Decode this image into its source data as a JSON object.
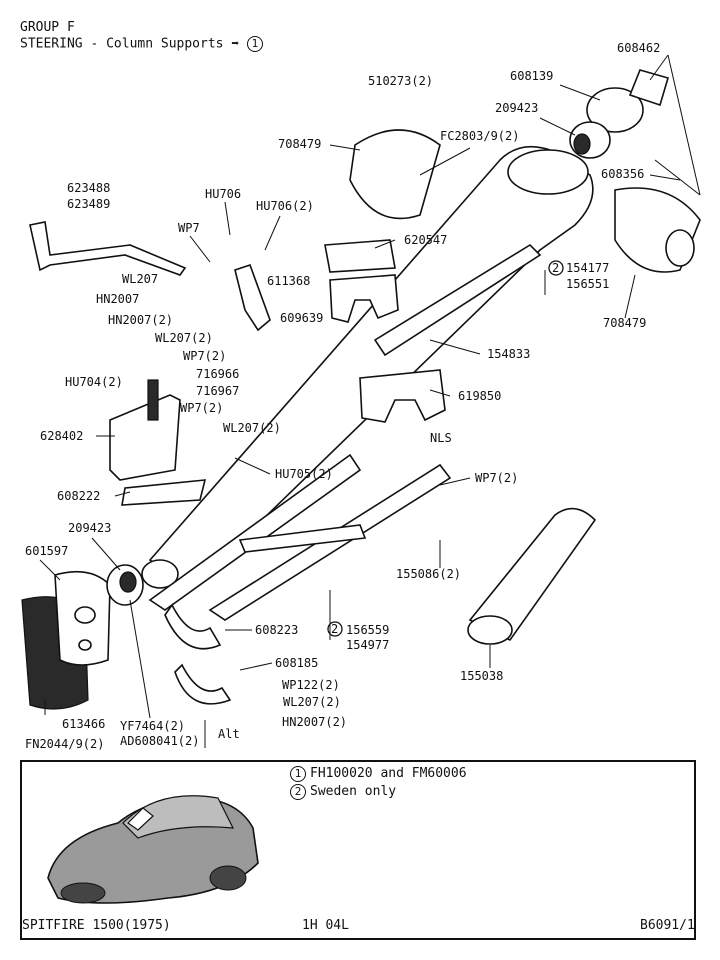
{
  "header": {
    "group": "GROUP F",
    "title": "STEERING - Column Supports",
    "ref_marker": "1"
  },
  "parts": {
    "p608462": "608462",
    "p608139": "608139",
    "p510273": "510273(2)",
    "p209423a": "209423",
    "p708479a": "708479",
    "pFC2803": "FC2803/9(2)",
    "p608356": "608356",
    "p623488": "623488",
    "p623489": "623489",
    "pHU706": "HU706",
    "pHU706_2": "HU706(2)",
    "pWP7": "WP7",
    "p620547": "620547",
    "p154177": "154177",
    "p156551": "156551",
    "p708479b": "708479",
    "pWL207": "WL207",
    "p611368": "611368",
    "pHN2007": "HN2007",
    "pHN2007_2": "HN2007(2)",
    "p609639": "609639",
    "pWL207_2a": "WL207(2)",
    "pWP7_2a": "WP7(2)",
    "p154833": "154833",
    "p716966": "716966",
    "p716967": "716967",
    "pHU704": "HU704(2)",
    "pWP7_2b": "WP7(2)",
    "p619850": "619850",
    "p628402": "628402",
    "pWL207_2b": "WL207(2)",
    "pNLS": "NLS",
    "pHU705": "HU705(2)",
    "pWP7_2c": "WP7(2)",
    "p608222": "608222",
    "p209423b": "209423",
    "p601597": "601597",
    "p155086": "155086(2)",
    "p608223": "608223",
    "p156559": "156559",
    "p154977": "154977",
    "p608185": "608185",
    "p155038": "155038",
    "pWP122": "WP122(2)",
    "pWL207_2c": "WL207(2)",
    "pHN2007_2b": "HN2007(2)",
    "p613466": "613466",
    "pYF7464": "YF7464(2)",
    "pAD608041": "AD608041(2)",
    "pAlt": "Alt",
    "pFN2044": "FN2044/9(2)",
    "circ2a": "2",
    "circ2b": "2"
  },
  "notes": [
    {
      "marker": "1",
      "text": "FH100020 and FM60006"
    },
    {
      "marker": "2",
      "text": "Sweden only"
    }
  ],
  "footer": {
    "model": "SPITFIRE 1500(1975)",
    "code": "1H 04L",
    "plate": "B6091/1"
  }
}
